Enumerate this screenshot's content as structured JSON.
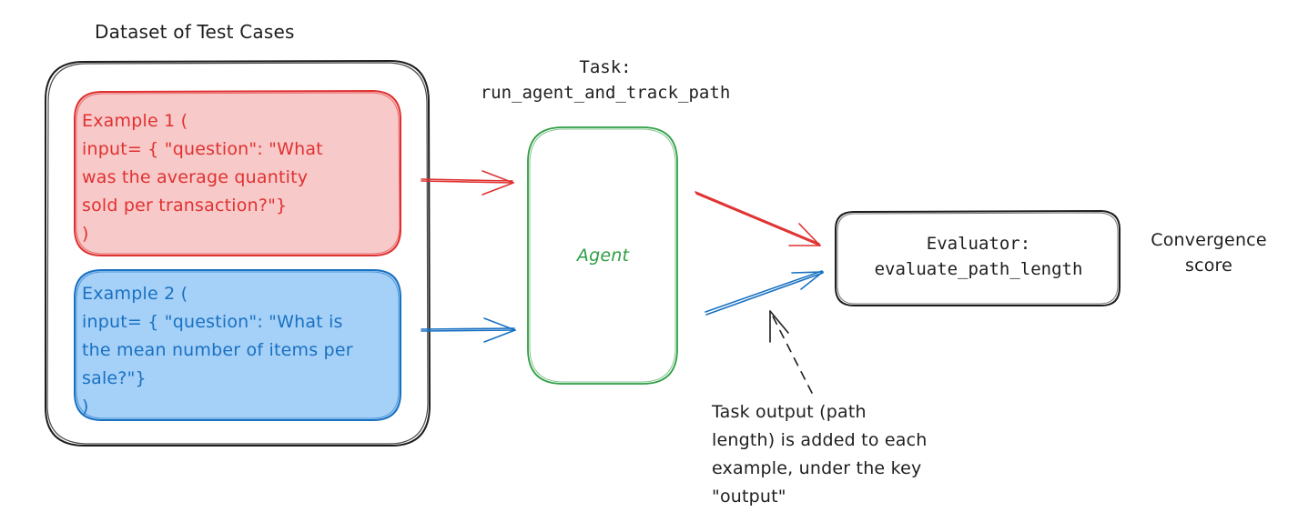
{
  "dataset": {
    "title": "Dataset of Test Cases"
  },
  "examples": [
    {
      "text": "Example 1 (\ninput= { \"question\": \"What\nwas the average quantity\nsold per transaction?\"}\n)",
      "color": "#e03131",
      "fill": "#f8c9c9"
    },
    {
      "text": "Example 2 (\ninput= { \"question\": \"What is\nthe mean number of items per\nsale?\"}\n)",
      "color": "#1971c2",
      "fill": "#a5d0f7"
    }
  ],
  "task": {
    "label": "Task:\nrun_agent_and_track_path"
  },
  "agent": {
    "label": "Agent",
    "color": "#2f9e44"
  },
  "evaluator": {
    "label": "Evaluator:\nevaluate_path_length"
  },
  "output": {
    "label": "Convergence\nscore"
  },
  "note": {
    "text": "Task output (path\nlength) is added to each\nexample, under the key\n\"output\""
  }
}
